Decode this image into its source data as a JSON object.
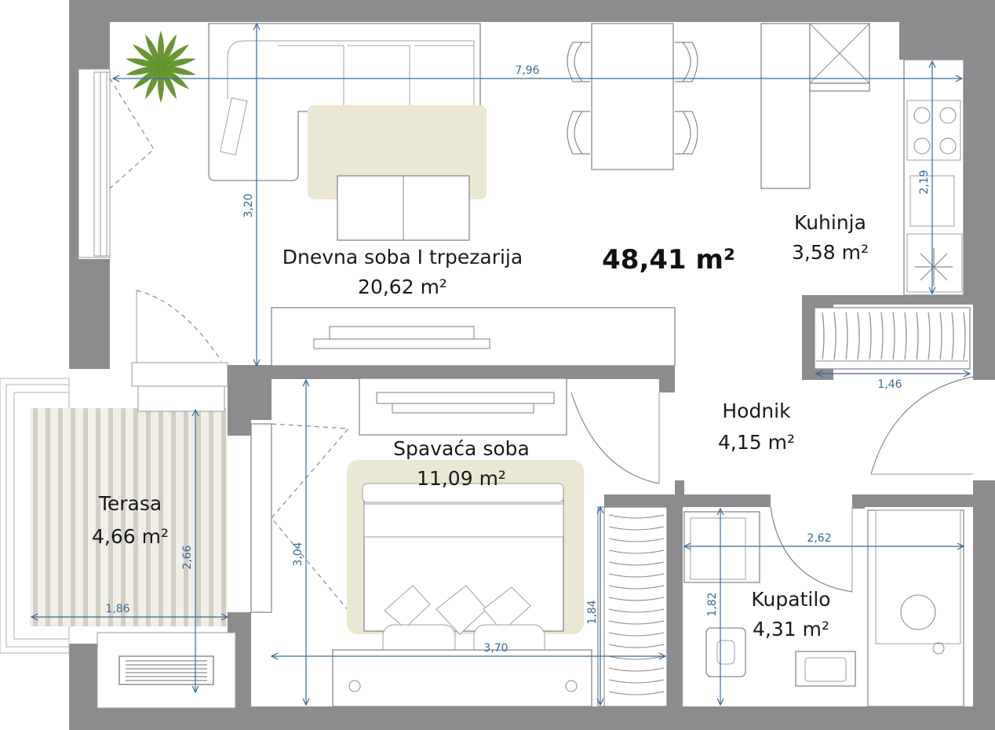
{
  "colors": {
    "wall": "#8c8c8e",
    "dimension": "#3b6a96",
    "rug": "#eae7d3",
    "terrace_stripe": "#d3cfc5",
    "plant": "#5a8a1e"
  },
  "total_area": "48,41 m²",
  "rooms": {
    "living": {
      "name": "Dnevna soba I trpezarija",
      "area": "20,62 m²"
    },
    "kitchen": {
      "name": "Kuhinja",
      "area": "3,58 m²"
    },
    "hallway": {
      "name": "Hodnik",
      "area": "4,15 m²"
    },
    "bedroom": {
      "name": "Spavaća soba",
      "area": "11,09 m²"
    },
    "terrace": {
      "name": "Terasa",
      "area": "4,66 m²"
    },
    "bathroom": {
      "name": "Kupatilo",
      "area": "4,31 m²"
    }
  },
  "dimensions": {
    "living_width": "7,96",
    "living_depth": "3,20",
    "kitchen_depth": "2,19",
    "hallway_width": "1,46",
    "bathroom_width": "2,62",
    "bathroom_depth": "1,82",
    "bedroom_width": "3,70",
    "bedroom_depth": "3,04",
    "wardrobe_depth": "1,84",
    "terrace_depth": "2,66",
    "terrace_width": "1,86"
  },
  "icons": [
    "plant-icon",
    "snowflake-icon",
    "window-icon",
    "sofa-icon",
    "bed-icon",
    "toilet-icon",
    "sink-icon",
    "washing-machine-icon",
    "radiator-icon"
  ]
}
